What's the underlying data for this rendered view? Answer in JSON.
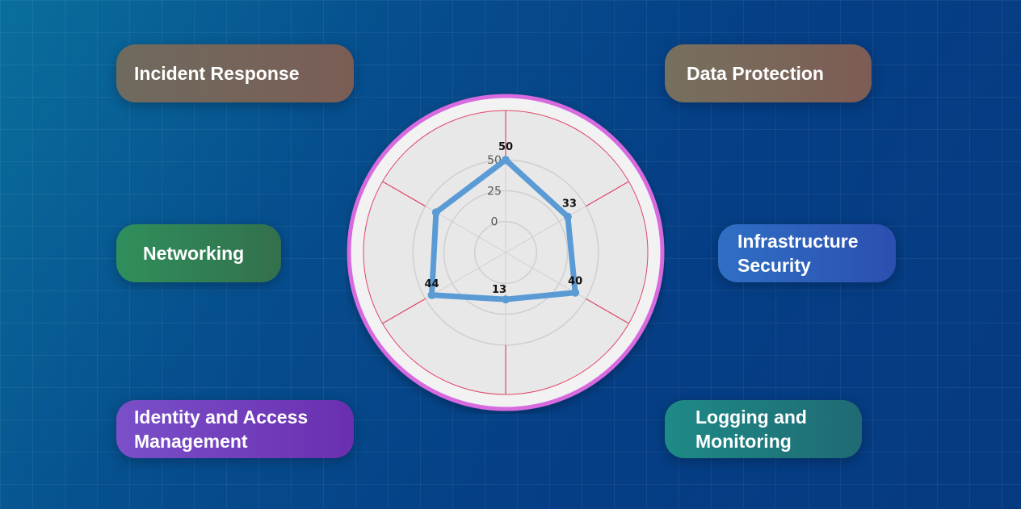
{
  "categories": {
    "incident_response": "Incident Response",
    "data_protection": "Data Protection",
    "networking": "Networking",
    "infrastructure_security": "Infrastructure\nSecurity",
    "identity_access": "Identity and Access\nManagement",
    "logging_monitoring": "Logging and\nMonitoring"
  },
  "chart_data": {
    "type": "radar",
    "title": "",
    "axes": [
      "Incident Response",
      "Data Protection",
      "Infrastructure Security",
      "Logging and Monitoring",
      "Identity and Access Management",
      "Networking"
    ],
    "series": [
      {
        "name": "",
        "values": [
          50,
          33,
          40,
          13,
          44,
          40
        ],
        "value_labels": [
          "50",
          "33",
          "40",
          "13",
          "44",
          ""
        ]
      }
    ],
    "radial_ticks": [
      "0",
      "25",
      "50"
    ],
    "rlim": [
      -25,
      90
    ],
    "grid": true,
    "line_color": "#5b9bd5",
    "face_color": "#e8e8e8",
    "border_color": "#d86be0",
    "spoke_color": "#e0466a"
  }
}
